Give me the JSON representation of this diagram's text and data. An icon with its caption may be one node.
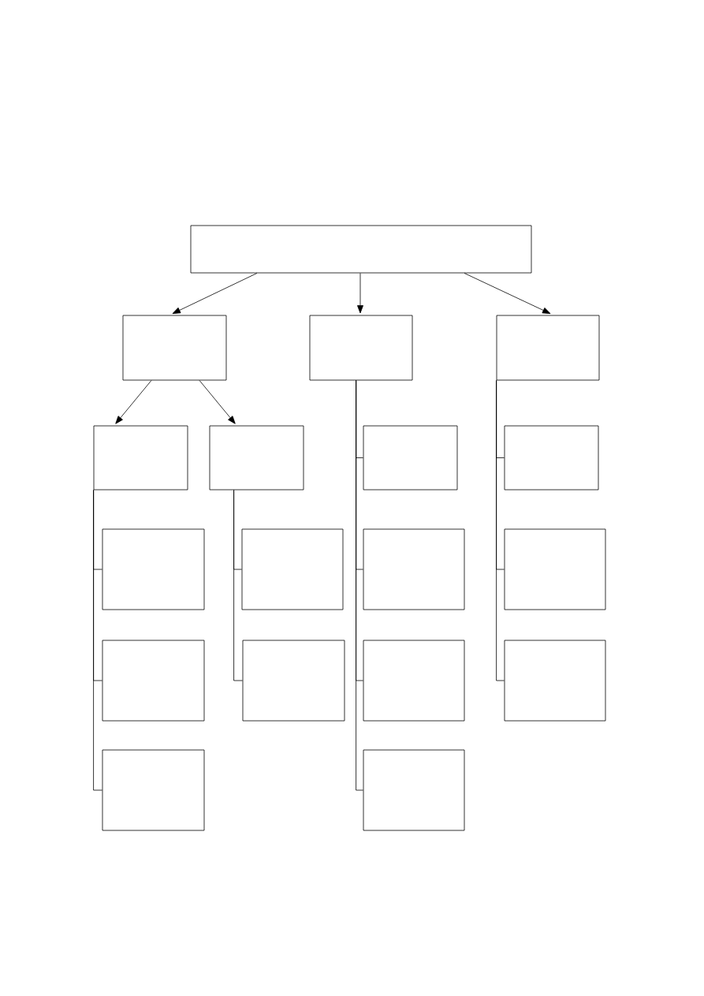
{
  "diagram": {
    "nodes": [
      {
        "text": [],
        "shape": "box"
      },
      {
        "text": [],
        "shape": "box"
      },
      {
        "text": [],
        "shape": "box"
      },
      {
        "text": [],
        "shape": "box"
      },
      {
        "text": [],
        "shape": "box"
      },
      {
        "text": [],
        "shape": "box"
      },
      {
        "text": [],
        "shape": "box"
      },
      {
        "text": [],
        "shape": "box"
      },
      {
        "text": [],
        "shape": "box"
      },
      {
        "text": [],
        "shape": "box"
      },
      {
        "text": [],
        "shape": "box"
      },
      {
        "text": [],
        "shape": "box"
      },
      {
        "text": [],
        "shape": "box"
      },
      {
        "text": [],
        "shape": "box"
      },
      {
        "text": [],
        "shape": "box"
      },
      {
        "text": [],
        "shape": "box"
      },
      {
        "text": [],
        "shape": "box"
      },
      {
        "text": [],
        "shape": "box"
      }
    ],
    "edges": [
      {
        "from": 0,
        "to": 1,
        "arrow": "to"
      },
      {
        "from": 0,
        "to": 2,
        "arrow": "to"
      },
      {
        "from": 0,
        "to": 3,
        "arrow": "to"
      },
      {
        "from": 1,
        "to": 4,
        "arrow": "to"
      },
      {
        "from": 1,
        "to": 5,
        "arrow": "to"
      },
      {
        "from": 4,
        "to": 8,
        "arrow": "none"
      },
      {
        "from": 4,
        "to": 12,
        "arrow": "none"
      },
      {
        "from": 4,
        "to": 16,
        "arrow": "none"
      },
      {
        "from": 5,
        "to": 9,
        "arrow": "none"
      },
      {
        "from": 5,
        "to": 13,
        "arrow": "none"
      },
      {
        "from": 2,
        "to": 6,
        "arrow": "none"
      },
      {
        "from": 2,
        "to": 10,
        "arrow": "none"
      },
      {
        "from": 2,
        "to": 14,
        "arrow": "none"
      },
      {
        "from": 2,
        "to": 17,
        "arrow": "none"
      },
      {
        "from": 3,
        "to": 7,
        "arrow": "none"
      },
      {
        "from": 3,
        "to": 11,
        "arrow": "none"
      },
      {
        "from": 3,
        "to": 15,
        "arrow": "none"
      }
    ]
  }
}
